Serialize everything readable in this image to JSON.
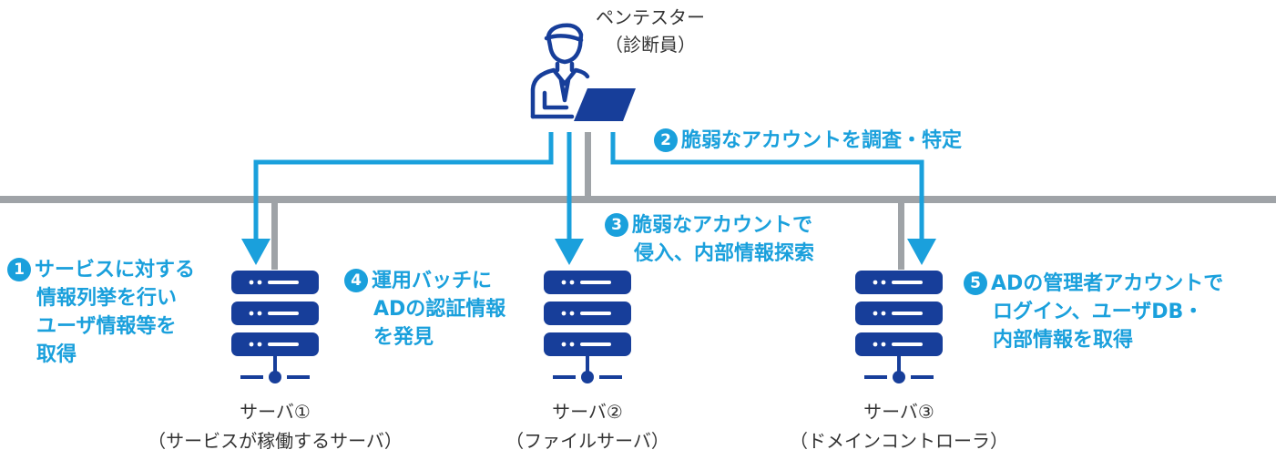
{
  "pentester": {
    "line1": "ペンテスター",
    "line2": "（診断員）"
  },
  "servers": [
    {
      "name": "サーバ①",
      "desc": "（サービスが稼働するサーバ）"
    },
    {
      "name": "サーバ②",
      "desc": "（ファイルサーバ）"
    },
    {
      "name": "サーバ③",
      "desc": "（ドメインコントローラ）"
    }
  ],
  "steps": [
    {
      "num": "1",
      "lines": [
        "サービスに対する",
        "情報列挙を行い",
        "ユーザ情報等を",
        "取得"
      ]
    },
    {
      "num": "2",
      "lines": [
        "脆弱なアカウントを調査・特定"
      ]
    },
    {
      "num": "3",
      "lines": [
        "脆弱なアカウントで",
        "侵入、内部情報探索"
      ]
    },
    {
      "num": "4",
      "lines": [
        "運用バッチに",
        "ADの認証情報",
        "を発見"
      ]
    },
    {
      "num": "5",
      "lines": [
        "ADの管理者アカウントで",
        "ログイン、ユーザDB・",
        "内部情報を取得"
      ]
    }
  ],
  "colors": {
    "network": "#9fa3a7",
    "arrow": "#1aa0dc",
    "server": "#173e9a",
    "person": "#173e9a",
    "text": "#333333"
  }
}
